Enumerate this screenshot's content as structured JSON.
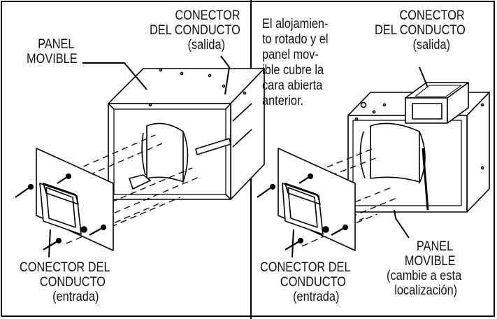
{
  "left_panel": {
    "outlet_connector": [
      "CONECTOR",
      "DEL  CONDUCTO",
      "(salida)"
    ],
    "movable_panel": [
      "PANEL",
      "MOVIBLE"
    ],
    "inlet_connector": [
      "CONECTOR  DEL",
      "CONDUCTO",
      "(entrada)"
    ]
  },
  "right_panel": {
    "note": [
      "El alojamien-",
      "to rotado y el",
      "panel mov-",
      "ible cubre la",
      "cara abierta",
      "anterior."
    ],
    "outlet_connector": [
      "CONECTOR",
      "DEL  CONDUCTO",
      "(salida)"
    ],
    "inlet_connector": [
      "CONECTOR  DEL",
      "CONDUCTO",
      "(entrada)"
    ],
    "movable_panel": [
      "PANEL",
      "MOVIBLE",
      "(cambie a esta",
      "localización)"
    ]
  },
  "colors": {
    "line": "#000000",
    "background": "#ffffff"
  }
}
